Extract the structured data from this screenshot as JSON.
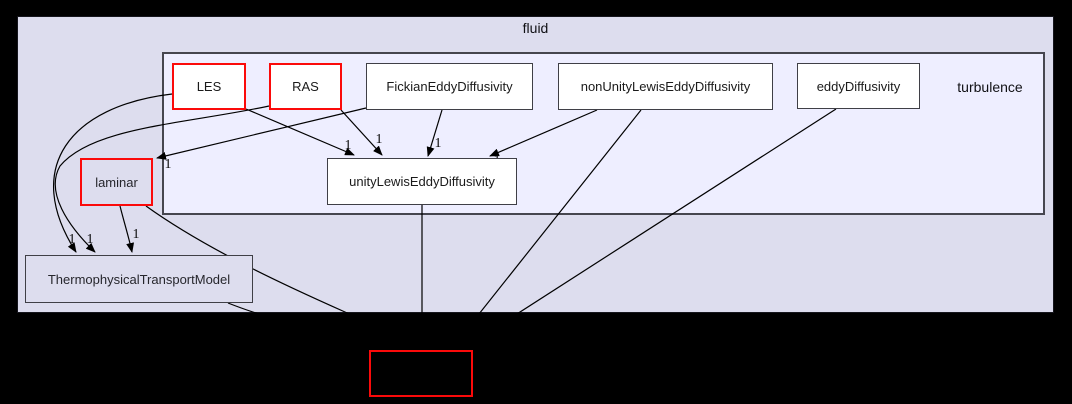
{
  "page": {
    "background": "#000000"
  },
  "graph": {
    "clusters": {
      "outer": {
        "label": "fluid",
        "fill": "#ddddee"
      },
      "inner": {
        "label": "turbulence",
        "fill": "#eeeeff"
      }
    },
    "nodes": {
      "les": {
        "label": "LES",
        "border_color": "#ff0000",
        "fill": "#ffffff"
      },
      "ras": {
        "label": "RAS",
        "border_color": "#ff0000",
        "fill": "#ffffff"
      },
      "fickian": {
        "label": "FickianEddyDiffusivity",
        "border_color": "#3f3f46",
        "fill": "#ffffff"
      },
      "non_unity": {
        "label": "nonUnityLewisEddyDiffusivity",
        "border_color": "#3f3f46",
        "fill": "#ffffff"
      },
      "eddy": {
        "label": "eddyDiffusivity",
        "border_color": "#3f3f46",
        "fill": "#ffffff"
      },
      "unity": {
        "label": "unityLewisEddyDiffusivity",
        "border_color": "#3f3f46",
        "fill": "#ffffff"
      },
      "laminar": {
        "label": "laminar",
        "border_color": "#ff0000",
        "fill": "#ddddee"
      },
      "ttm": {
        "label": "ThermophysicalTransportModel",
        "border_color": "#3f3f46",
        "fill": "#ddddee"
      },
      "target": {
        "label": "",
        "border_color": "#ff0000",
        "fill": "#000000"
      }
    },
    "edges": [
      {
        "from": "LES",
        "to": "unityLewisEddyDiffusivity",
        "label": "1"
      },
      {
        "from": "RAS",
        "to": "unityLewisEddyDiffusivity",
        "label": "1"
      },
      {
        "from": "FickianEddyDiffusivity",
        "to": "unityLewisEddyDiffusivity",
        "label": "1"
      },
      {
        "from": "nonUnityLewisEddyDiffusivity",
        "to": "unityLewisEddyDiffusivity",
        "label": "1"
      },
      {
        "from": "FickianEddyDiffusivity",
        "to": "laminar",
        "label": "1"
      },
      {
        "from": "LES",
        "to": "ThermophysicalTransportModel",
        "label": "1"
      },
      {
        "from": "RAS",
        "to": "ThermophysicalTransportModel",
        "label": "1"
      },
      {
        "from": "laminar",
        "to": "ThermophysicalTransportModel",
        "label": "1"
      },
      {
        "from": "laminar",
        "to": "bottom-red-box",
        "label": ""
      },
      {
        "from": "ThermophysicalTransportModel",
        "to": "bottom-red-box",
        "label": ""
      },
      {
        "from": "unityLewisEddyDiffusivity",
        "to": "bottom-red-box",
        "label": ""
      },
      {
        "from": "nonUnityLewisEddyDiffusivity",
        "to": "bottom-red-box",
        "label": ""
      },
      {
        "from": "eddyDiffusivity",
        "to": "bottom-red-box",
        "label": ""
      }
    ],
    "colors": {
      "edge": "#000000",
      "red_highlight": "#ff0000",
      "node_border": "#3f3f46"
    }
  }
}
